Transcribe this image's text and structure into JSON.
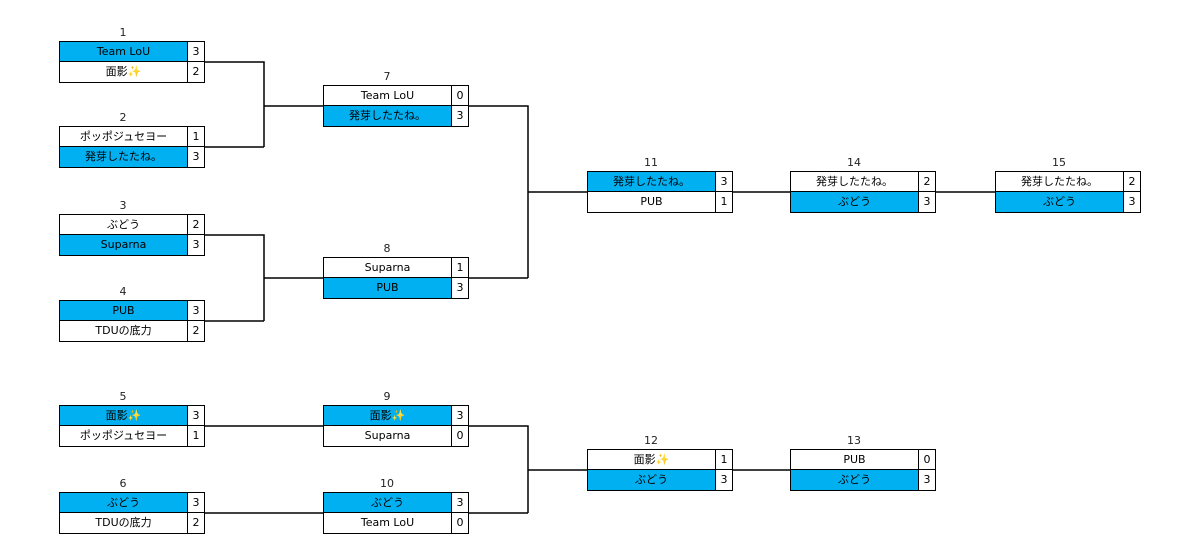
{
  "matches": [
    {
      "num": "1",
      "teams": [
        {
          "name": "Team LoU",
          "score": "3",
          "win": true
        },
        {
          "name": "面影✨",
          "score": "2",
          "win": false
        }
      ]
    },
    {
      "num": "2",
      "teams": [
        {
          "name": "ポッポジュセヨー",
          "score": "1",
          "win": false
        },
        {
          "name": "発芽したたね。",
          "score": "3",
          "win": true
        }
      ]
    },
    {
      "num": "3",
      "teams": [
        {
          "name": "ぶどう",
          "score": "2",
          "win": false
        },
        {
          "name": "Suparna",
          "score": "3",
          "win": true
        }
      ]
    },
    {
      "num": "4",
      "teams": [
        {
          "name": "PUB",
          "score": "3",
          "win": true
        },
        {
          "name": "TDUの底力",
          "score": "2",
          "win": false
        }
      ]
    },
    {
      "num": "5",
      "teams": [
        {
          "name": "面影✨",
          "score": "3",
          "win": true
        },
        {
          "name": "ポッポジュセヨー",
          "score": "1",
          "win": false
        }
      ]
    },
    {
      "num": "6",
      "teams": [
        {
          "name": "ぶどう",
          "score": "3",
          "win": true
        },
        {
          "name": "TDUの底力",
          "score": "2",
          "win": false
        }
      ]
    },
    {
      "num": "7",
      "teams": [
        {
          "name": "Team LoU",
          "score": "0",
          "win": false
        },
        {
          "name": "発芽したたね。",
          "score": "3",
          "win": true
        }
      ]
    },
    {
      "num": "8",
      "teams": [
        {
          "name": "Suparna",
          "score": "1",
          "win": false
        },
        {
          "name": "PUB",
          "score": "3",
          "win": true
        }
      ]
    },
    {
      "num": "9",
      "teams": [
        {
          "name": "面影✨",
          "score": "3",
          "win": true
        },
        {
          "name": "Suparna",
          "score": "0",
          "win": false
        }
      ]
    },
    {
      "num": "10",
      "teams": [
        {
          "name": "ぶどう",
          "score": "3",
          "win": true
        },
        {
          "name": "Team LoU",
          "score": "0",
          "win": false
        }
      ]
    },
    {
      "num": "11",
      "teams": [
        {
          "name": "発芽したたね。",
          "score": "3",
          "win": true
        },
        {
          "name": "PUB",
          "score": "1",
          "win": false
        }
      ]
    },
    {
      "num": "12",
      "teams": [
        {
          "name": "面影✨",
          "score": "1",
          "win": false
        },
        {
          "name": "ぶどう",
          "score": "3",
          "win": true
        }
      ]
    },
    {
      "num": "13",
      "teams": [
        {
          "name": "PUB",
          "score": "0",
          "win": false
        },
        {
          "name": "ぶどう",
          "score": "3",
          "win": true
        }
      ]
    },
    {
      "num": "14",
      "teams": [
        {
          "name": "発芽したたね。",
          "score": "2",
          "win": false
        },
        {
          "name": "ぶどう",
          "score": "3",
          "win": true
        }
      ]
    },
    {
      "num": "15",
      "teams": [
        {
          "name": "発芽したたね。",
          "score": "2",
          "win": false
        },
        {
          "name": "ぶどう",
          "score": "3",
          "win": true
        }
      ]
    }
  ],
  "colors": {
    "winner_fill": "#00b0f0",
    "loser_fill": "#ffffff",
    "line": "#000000"
  }
}
